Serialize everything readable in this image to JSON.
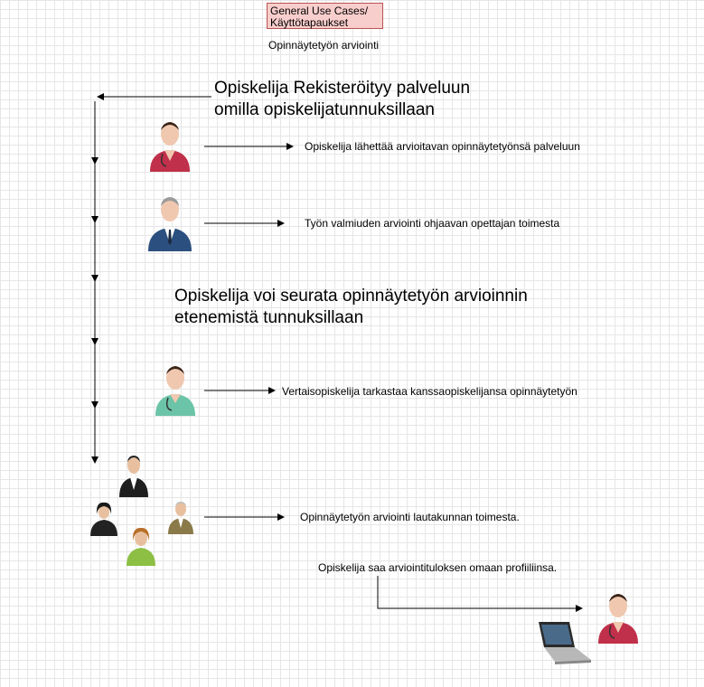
{
  "title_box": {
    "text": "General Use Cases/ Käyttötapaukset"
  },
  "subtitle": "Opinnäytetyön arviointi",
  "heading_register": "Opiskelija Rekisteröityy palveluun omilla opiskelijatunnuksillaan",
  "heading_follow": "Opiskelija voi seurata opinnäytetyön arvioinnin etenemistä tunnuksillaan",
  "steps": [
    {
      "actor": "student-doctor-icon",
      "label": "Opiskelija lähettää arvioitavan opinnäytetyönsä palveluun"
    },
    {
      "actor": "teacher-businessman-icon",
      "label": "Työn valmiuden arviointi ohjaavan opettajan toimesta"
    },
    {
      "actor": "peer-student-icon",
      "label": "Vertaisopiskelija tarkastaa kanssaopiskelijansa opinnäytetyön"
    },
    {
      "actor": "committee-group-icon",
      "label": "Opinnäytetyön arviointi lautakunnan toimesta."
    }
  ],
  "result_label": "Opiskelija saa arviointituloksen omaan profiiliinsa.",
  "colors": {
    "title_fill": "#f8cecc",
    "title_border": "#b85450",
    "student_red": "#c0304a",
    "teacher_blue": "#2b4f7e",
    "peer_green": "#6cc4a8",
    "grid": "#e6e6e6"
  }
}
